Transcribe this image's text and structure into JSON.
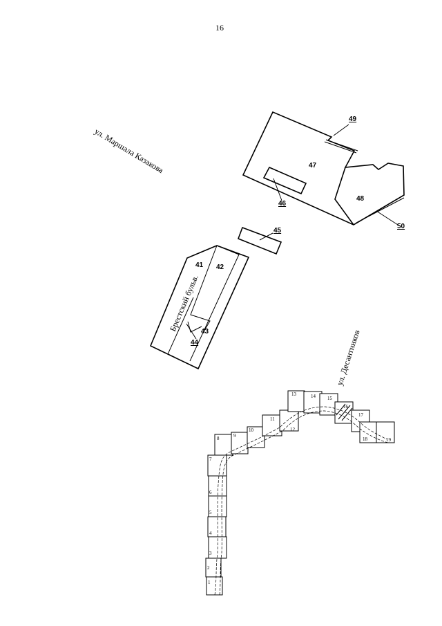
{
  "page_number": "16",
  "streets": {
    "marshal": "ул. Маршала Казакова",
    "brest": "Брестский бульв.",
    "desant": "ул. Десантников"
  },
  "plots": [
    "41",
    "42",
    "43",
    "44",
    "45",
    "46",
    "47",
    "48",
    "49",
    "50"
  ],
  "route_sheets": [
    "1",
    "2",
    "3",
    "4",
    "5",
    "6",
    "7",
    "8",
    "9",
    "10",
    "11",
    "12",
    "13",
    "14",
    "15",
    "16",
    "17",
    "18",
    "19"
  ]
}
